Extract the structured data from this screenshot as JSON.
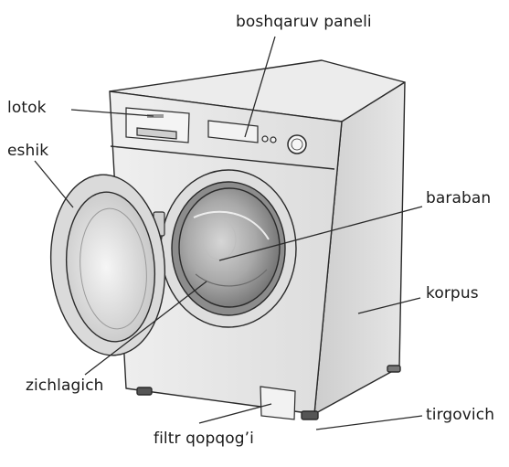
{
  "labels": {
    "control_panel": "boshqaruv paneli",
    "tray": "lotok",
    "door": "eshik",
    "drum": "baraban",
    "body": "korpus",
    "seal": "zichlagich",
    "foot": "tirgovich",
    "filter_cover": "filtr qopqog’i"
  },
  "colors": {
    "line": "#2a2a2a",
    "body_front": "#e3e3e3",
    "body_side": "#cfcfcf",
    "top": "#ebebeb",
    "drum": "#8f8f8f"
  }
}
